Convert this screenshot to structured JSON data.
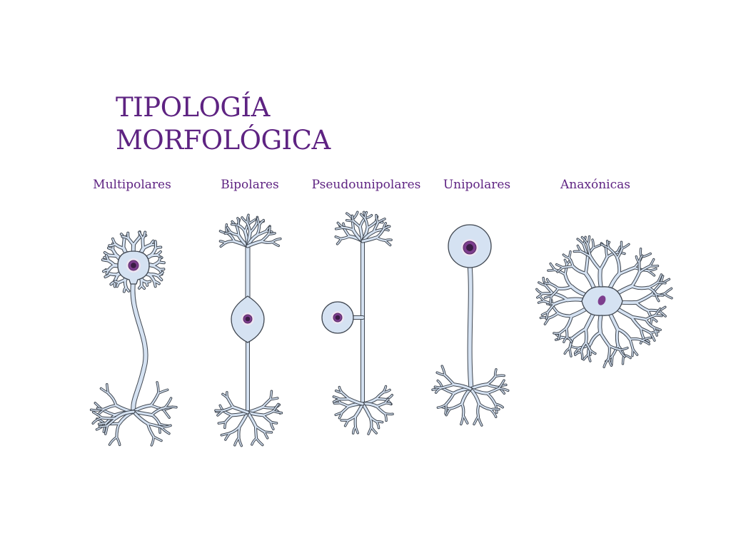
{
  "title": {
    "line1": "TIPOLOGÍA",
    "line2": "MORFOLÓGICA"
  },
  "neuron_types": [
    {
      "label": "Multipolares",
      "icon": "multipolar-neuron-icon"
    },
    {
      "label": "Bipolares",
      "icon": "bipolar-neuron-icon"
    },
    {
      "label": "Pseudounipolares",
      "icon": "pseudounipolar-neuron-icon"
    },
    {
      "label": "Unipolares",
      "icon": "unipolar-neuron-icon"
    },
    {
      "label": "Anaxónicas",
      "icon": "anaxonic-neuron-icon"
    }
  ],
  "colors": {
    "text": "#5e2382",
    "cell_fill": "#d5e2f2",
    "outline": "#3f4650",
    "nucleus": "#7d3e8e",
    "nucleolus": "#3a1d45"
  }
}
